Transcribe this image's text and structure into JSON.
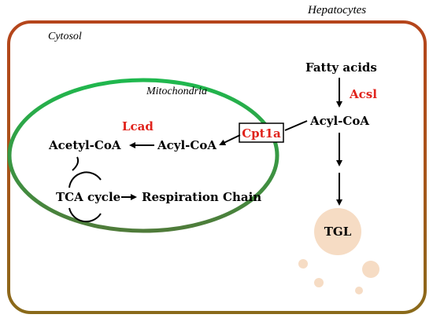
{
  "labels": {
    "cell": "Hepatocytes",
    "cytosol": "Cytosol",
    "mitochondria": "Mitochondria",
    "fatty_acids": "Fatty acids",
    "acsl": "Acsl",
    "acyl_coa_cytosol": "Acyl-CoA",
    "cpt1a": "Cpt1a",
    "acyl_coa_mito": "Acyl-CoA",
    "lcad": "Lcad",
    "acetyl_coa": "Acetyl-CoA",
    "tca_cycle": "TCA cycle",
    "respiration_chain": "Respiration Chain",
    "tgl": "TGL"
  },
  "colors": {
    "cell_border_top": "#b5451b",
    "cell_border_bottom": "#8a6a1a",
    "mitochondria_top": "#1fb84e",
    "mitochondria_bottom": "#4a7a3a",
    "enzyme_red": "#e0231c",
    "text": "#000000",
    "tgl_fill": "#f6dcc4"
  }
}
